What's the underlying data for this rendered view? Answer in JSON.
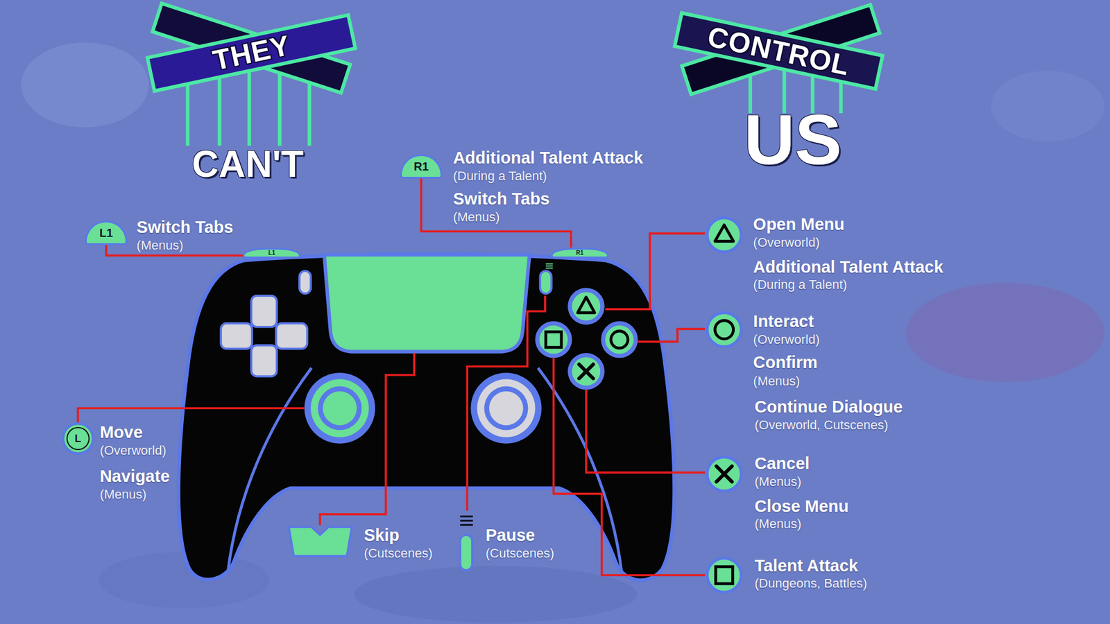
{
  "diagram": {
    "nodes": [
      {
        "text": [
          "THEY",
          "CAN'T"
        ]
      },
      {
        "text": [
          "CONTROL",
          "US"
        ]
      },
      {
        "text": [
          "L1"
        ]
      },
      {
        "text": [
          "L1"
        ]
      },
      {
        "text": [
          "R1"
        ]
      },
      {
        "text": [
          "R1"
        ]
      },
      {
        "text": [
          "L"
        ]
      }
    ],
    "edges": [
      {
        "from": 2,
        "to": 3,
        "arrow": "none"
      },
      {
        "from": 4,
        "to": 5,
        "arrow": "none"
      }
    ],
    "labels": [
      "Switch Tabs",
      "(Menus)",
      "Additional Talent Attack",
      "(During a Talent)",
      "Switch Tabs",
      "(Menus)",
      "Open Menu",
      "(Overworld)",
      "Additional Talent Attack",
      "(During a Talent)",
      "Interact",
      "(Overworld)",
      "Confirm",
      "(Menus)",
      "Continue Dialogue",
      "(Overworld, Cutscenes)",
      "Cancel",
      "(Menus)",
      "Close Menu",
      "(Menus)",
      "Talent Attack",
      "(Dungeons, Battles)",
      "Move",
      "(Overworld)",
      "Navigate",
      "(Menus)",
      "Skip",
      "(Cutscenes)",
      "Pause",
      "(Cutscenes)"
    ]
  }
}
